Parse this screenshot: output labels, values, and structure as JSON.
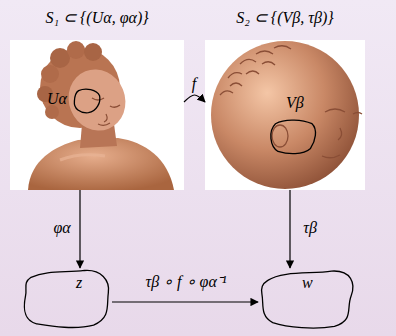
{
  "diagram": {
    "nodes": [
      {
        "text": [
          "S₁ ⊂ {(Uα, φα)}"
        ]
      },
      {
        "text": [
          "Uα"
        ],
        "in": 0
      },
      {
        "text": [
          "S₂ ⊂ {(Vβ, τβ)}"
        ]
      },
      {
        "text": [
          "Vβ"
        ],
        "in": 2
      },
      {
        "text": [
          "z"
        ]
      },
      {
        "text": [
          "w"
        ]
      }
    ],
    "edges": [
      {
        "from": 0,
        "to": 2,
        "arrow": "to",
        "label": "f"
      },
      {
        "from": 0,
        "to": 4,
        "arrow": "to",
        "label": "φα"
      },
      {
        "from": 2,
        "to": 5,
        "arrow": "to",
        "label": "τβ"
      },
      {
        "from": 4,
        "to": 5,
        "arrow": "to",
        "label": "τβ ∘ f ∘ φα⁻¹"
      }
    ]
  }
}
